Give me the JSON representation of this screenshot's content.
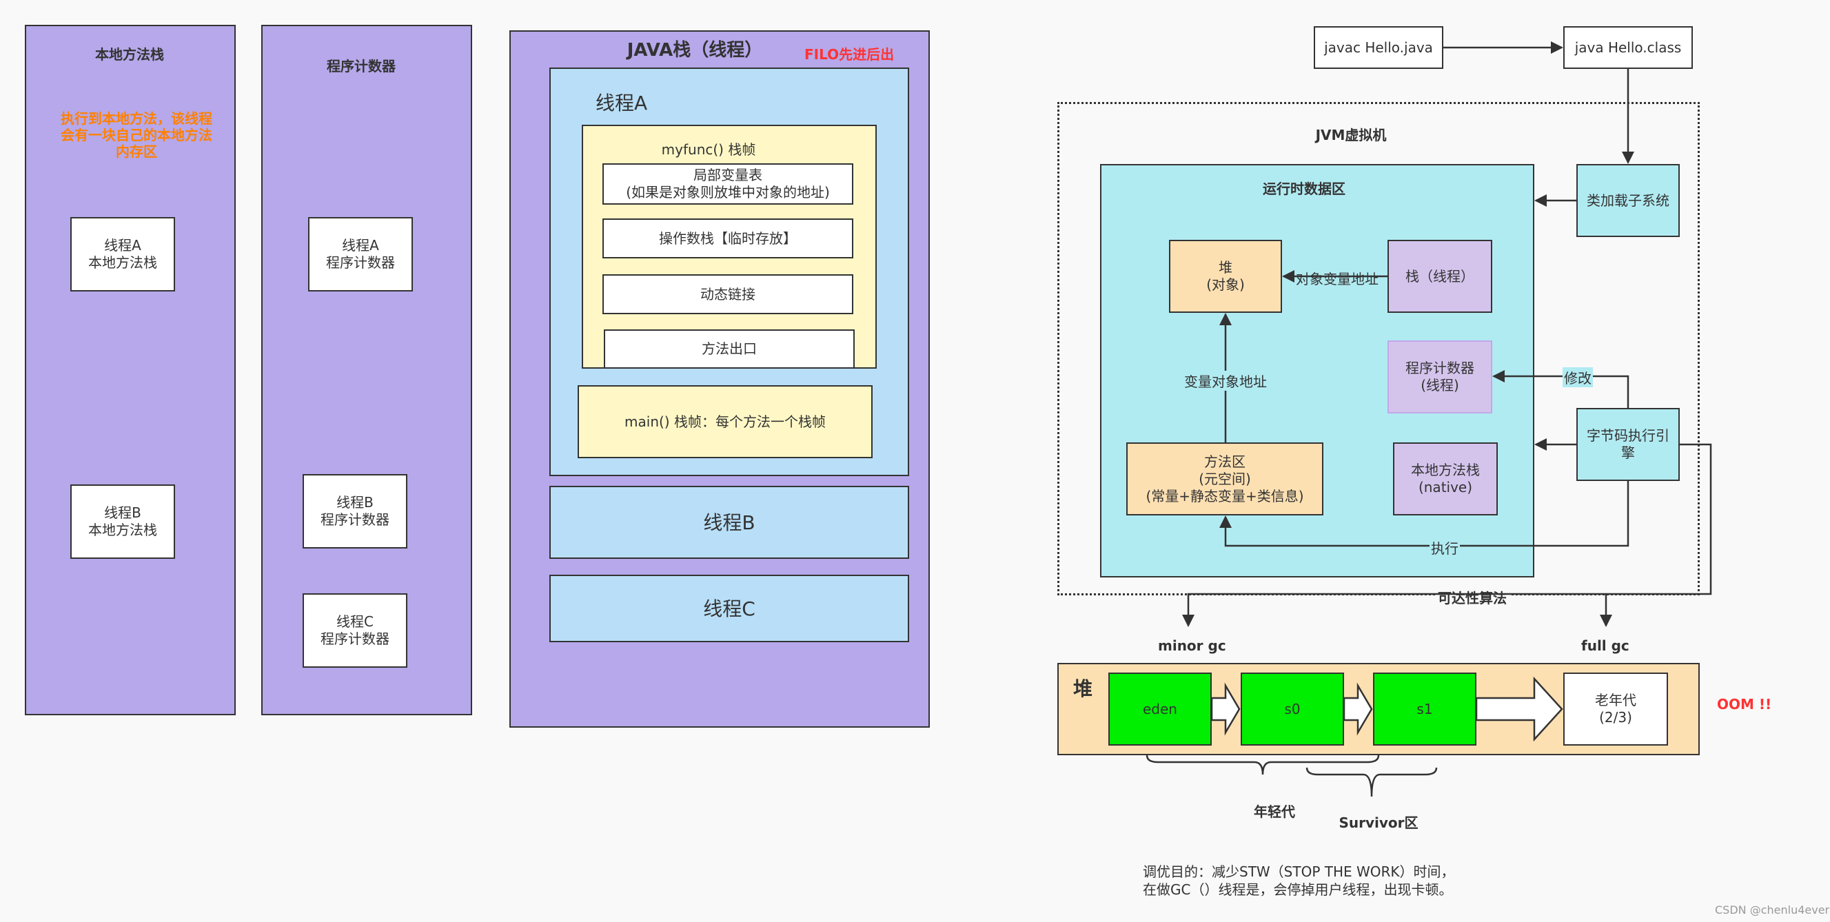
{
  "left_panels": {
    "native_stack": {
      "title": "本地方法栈",
      "note": "执行到本地方法，该线程\n会有一块自己的本地方法\n内存区",
      "thread_a": "线程A\n本地方法栈",
      "thread_b": "线程B\n本地方法栈"
    },
    "pc_register": {
      "title": "程序计数器",
      "thread_a": "线程A\n程序计数器",
      "thread_b": "线程B\n程序计数器",
      "thread_c": "线程C\n程序计数器"
    },
    "java_stack": {
      "title": "JAVA栈（线程）",
      "filo": "FILO先进后出",
      "thread_a": "线程A",
      "myfunc_frame": "myfunc() 栈帧",
      "local_vars": "局部变量表\n(如果是对象则放堆中对象的地址)",
      "operand_stack": "操作数栈【临时存放】",
      "dynamic_link": "动态链接",
      "method_exit": "方法出口",
      "main_frame": "main() 栈帧：每个方法一个栈帧",
      "thread_b": "线程B",
      "thread_c": "线程C"
    }
  },
  "jvm": {
    "javac": "javac Hello.java",
    "java_class": "java Hello.class",
    "jvm_title": "JVM虚拟机",
    "runtime_title": "运行时数据区",
    "class_loader": "类加载子系统",
    "heap": "堆\n(对象)",
    "stack": "栈（线程）",
    "obj_ref_label": "对象变量地址",
    "var_obj_addr": "变量对象地址",
    "pc": "程序计数器\n(线程)",
    "modify": "修改",
    "method_area": "方法区\n(元空间)\n(常量+静态变量+类信息)",
    "native_stack": "本地方法栈\n(native)",
    "exec_engine": "字节码执行引\n擎",
    "execute": "执行",
    "reachability": "可达性算法",
    "minor_gc": "minor gc",
    "full_gc": "full  gc"
  },
  "heap_gen": {
    "title": "堆",
    "eden": "eden",
    "s0": "s0",
    "s1": "s1",
    "old": "老年代\n(2/3)",
    "oom": "OOM !!",
    "young": "年轻代",
    "survivor": "Survivor区"
  },
  "notes": {
    "tuning": "调优目的：减少STW（STOP THE WORK）时间，\n在做GC（）线程是，会停掉用户线程，出现卡顿。",
    "watermark": "CSDN @chenlu4ever"
  },
  "colors": {
    "purple_panel": "#b6a8ea",
    "light_blue": "#b9dff8",
    "cream": "#fff8c6",
    "cyan": "#b1ebf2",
    "peach": "#fde0b2",
    "lavender": "#d4c4ec",
    "green": "#00ee00",
    "orange_text": "#ff8000",
    "red_text": "#ff3333"
  }
}
